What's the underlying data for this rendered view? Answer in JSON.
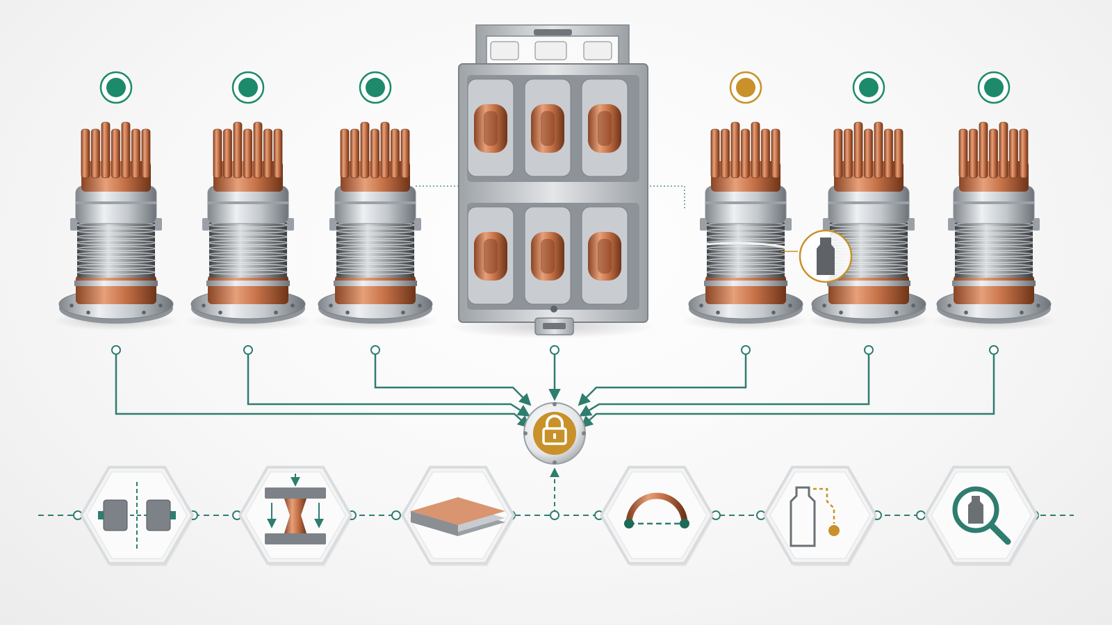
{
  "colors": {
    "accent_green": "#1d8a6b",
    "line_teal": "#2e7d6f",
    "warning_gold": "#c8912a",
    "copper": "#c8744a",
    "steel": "#b9bec3",
    "hex_fill": "#f4f4f4"
  },
  "contacts": [
    {
      "status": "ok",
      "status_color": "#1d8a6b"
    },
    {
      "status": "ok",
      "status_color": "#1d8a6b"
    },
    {
      "status": "ok",
      "status_color": "#1d8a6b"
    },
    {
      "status": "warning",
      "status_color": "#c8912a",
      "has_inspection_callout": true
    },
    {
      "status": "ok",
      "status_color": "#1d8a6b"
    },
    {
      "status": "ok",
      "status_color": "#1d8a6b"
    }
  ],
  "central_hub": {
    "icon": "lock-icon",
    "color": "#c8912a"
  },
  "housing": {
    "slots_per_row": 3,
    "rows": 2
  },
  "process_steps": [
    {
      "icon": "split-alignment-icon"
    },
    {
      "icon": "press-compression-icon"
    },
    {
      "icon": "plate-stack-icon"
    },
    {
      "icon": "arc-measure-icon"
    },
    {
      "icon": "profile-trace-icon"
    },
    {
      "icon": "inspection-magnifier-icon"
    }
  ]
}
